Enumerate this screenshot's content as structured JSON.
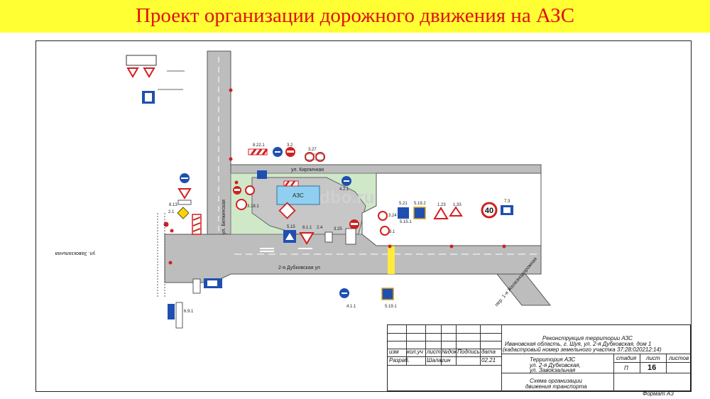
{
  "title": "Проект организации дорожного движения на  АЗС",
  "watermark": "dbo.ru",
  "colors": {
    "title_bg": "#ffff33",
    "title_text": "#e01010",
    "road": "#bdbdbd",
    "area": "#cfe8c8",
    "sign_blue": "#1f4fb0",
    "sign_red": "#d21f1f"
  },
  "streets": {
    "kirpichnaya": "ул. Кирпичная",
    "dubkovskaya": "2-я Дубковская ул",
    "zavokzalnaya": "ул. Завокзальная",
    "side_left": "ул. Белкинская",
    "pereulok": "1-я Железнодорожная",
    "pereulok_short": "пер. 1-я Железнодорожная"
  },
  "azs_label": "АЗС",
  "sign_codes": [
    "5.15",
    "8.1.1",
    "4.1.1",
    "2.1",
    "5.19.1",
    "5.19.2",
    "8.13",
    "3.24",
    "1.33",
    "1.23",
    "5.21",
    "7.3",
    "8.22.1",
    "3.2",
    "3.27",
    "3.18.1",
    "4.2.1",
    "3.1",
    "5.15.1",
    "2.4",
    "3.25",
    "6.9.1"
  ],
  "speed_limit": "40",
  "stamp": {
    "header_cells": [
      "изм",
      "кол.уч",
      "лист",
      "№док",
      "Подпись",
      "дата"
    ],
    "row_role": "Разраб.",
    "row_name": "Шалагин",
    "row_date": "02.21",
    "project_title": "Реконструкция территории АЗС",
    "project_address": "Ивановская область, г. Шуя, ул. 2-я Дубковская, дом 1",
    "project_cadastre": "(кадастровый номер земельного участка 37:28:020212:14)",
    "object_name": "Территория АЗС",
    "object_address_1": "ул. 2-я Дубковская,",
    "object_address_2": "ул. Завокзальная",
    "sheet_name_1": "Схема организации",
    "sheet_name_2": "движения транспорта",
    "col_stage": "стадия",
    "col_sheet": "лист",
    "col_sheets": "листов",
    "val_stage": "П",
    "val_sheet": "16",
    "val_sheets": ""
  },
  "format_label": "Формат  А3"
}
